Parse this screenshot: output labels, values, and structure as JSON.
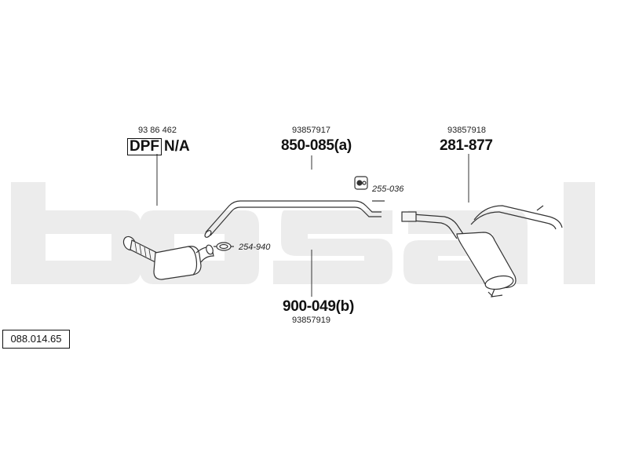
{
  "kit_number": "088.014.65",
  "watermark_text": "bosal",
  "front_section": {
    "oe_number": "93 86 462",
    "dpf_label": "DPF",
    "part_number": "N/A"
  },
  "middle_upper": {
    "oe_number": "93857917",
    "part_number": "850-085(a)"
  },
  "middle_lower": {
    "oe_number": "93857919",
    "part_number": "900-049(b)"
  },
  "rear_section": {
    "oe_number": "93857918",
    "part_number": "281-877"
  },
  "clamp_front": {
    "number": "254-940"
  },
  "hanger_rubber": {
    "number": "255-036"
  },
  "colors": {
    "watermark": "#ececec",
    "line": "#333333",
    "text": "#111111"
  }
}
